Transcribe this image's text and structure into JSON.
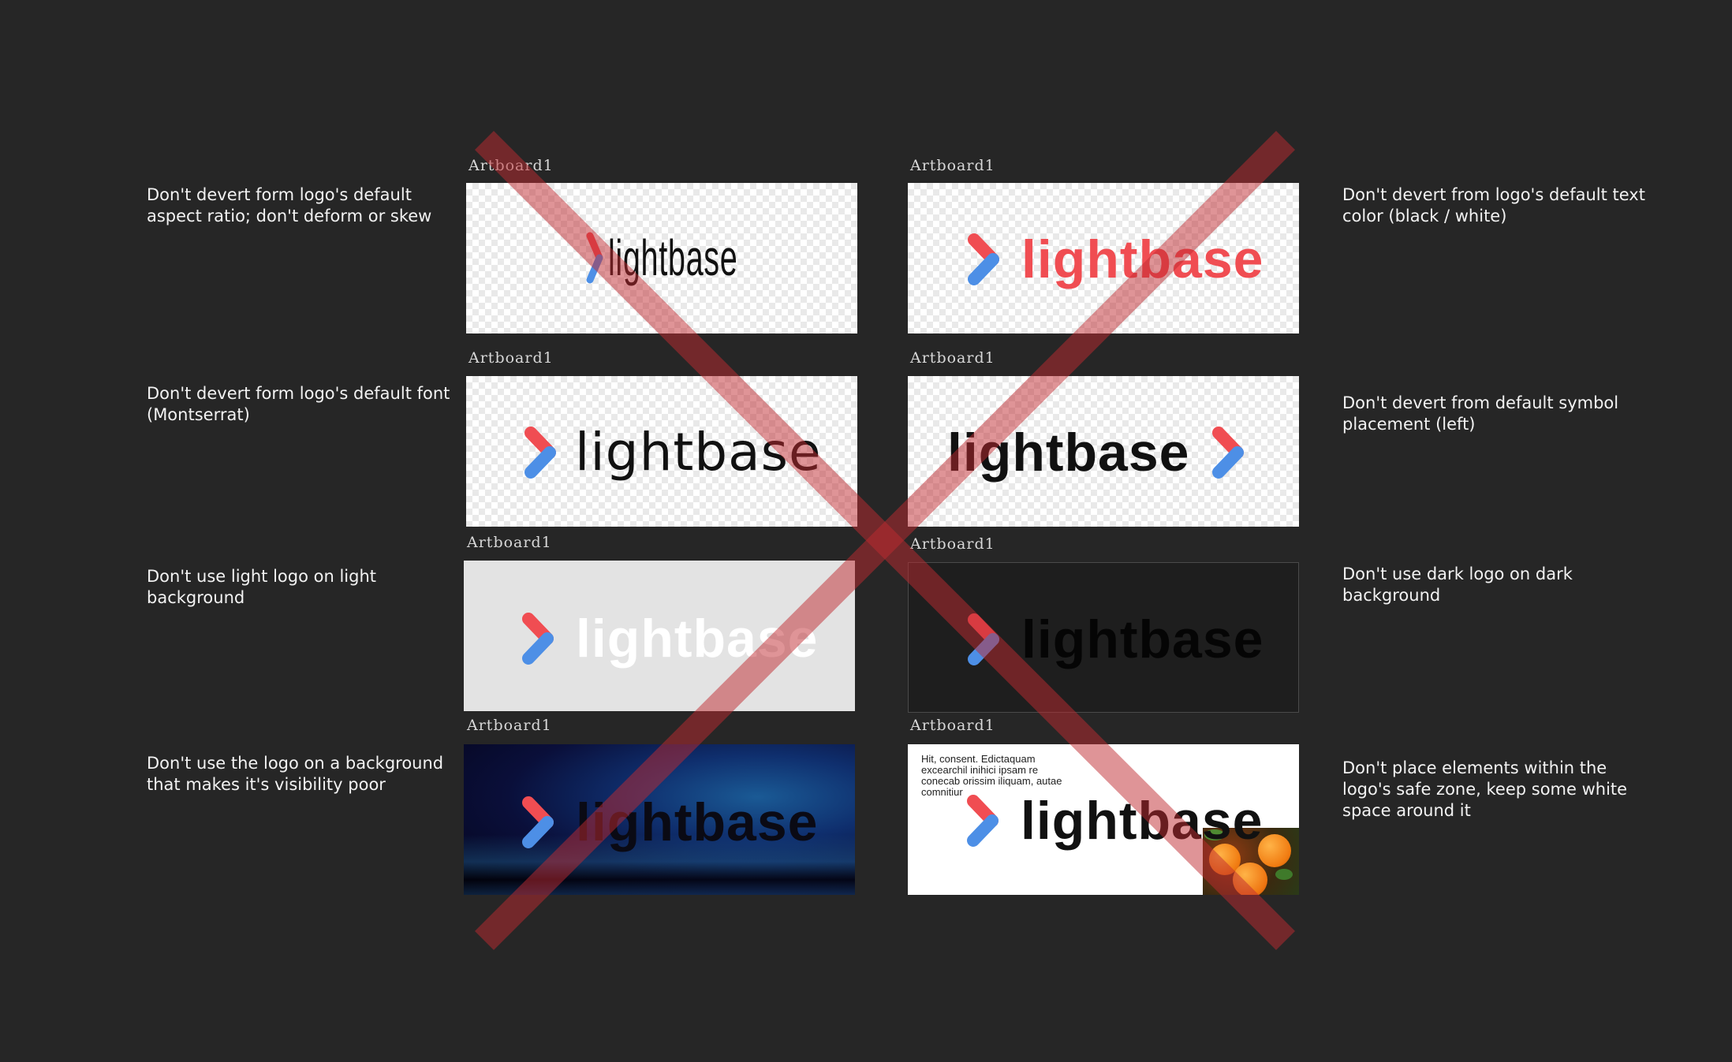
{
  "artboard_label": "Artboard1",
  "logo_word": "lightbase",
  "colors": {
    "background": "#262626",
    "chevron_top": "#f04d52",
    "chevron_bottom": "#4d8fe6",
    "cross": "#c0292f"
  },
  "descriptions": {
    "aspect_ratio": "Don't devert form logo's default\naspect ratio; don't deform or skew",
    "font": "Don't devert form logo's default font\n(Montserrat)",
    "light_on_light": "Don't use light logo on light\nbackground",
    "visibility": "Don't use the logo on a background\nthat makes it's visibility poor",
    "text_color": "Don't devert from logo's default text\ncolor (black / white)",
    "symbol_placement": "Don't devert from default symbol\nplacement (left)",
    "dark_on_dark": "Don't use dark logo on dark\nbackground",
    "safe_zone": "Don't place elements within the\nlogo's safe zone, keep some white\nspace around it"
  },
  "safe_zone_board": {
    "filler_text": "Hit, consent. Edictaquam\nexcearchil inihici ipsam re\nconecab orissim iliquam, autae\ncomnitiur"
  }
}
